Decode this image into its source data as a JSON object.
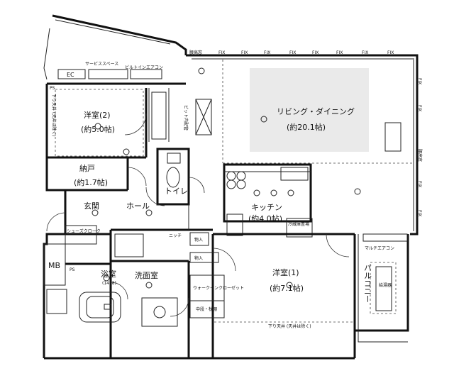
{
  "rooms": {
    "western2": "洋室(2)",
    "western2_size": "(約5.0帖)",
    "storage": "納戸",
    "storage_size": "(約1.7帖)",
    "toilet": "トイレ",
    "hall": "ホール",
    "entrance": "玄関",
    "living": "リビング・ダイニング",
    "living_size": "(約20.1帖)",
    "kitchen": "キッチン",
    "kitchen_size": "(約4.0帖)",
    "western1": "洋室(1)",
    "western1_size": "(約7.1帖)",
    "bath": "浴室",
    "bath_size": "(1418)",
    "washroom": "洗面室",
    "balcony": "バルコニー",
    "mb": "MB"
  },
  "labels": {
    "service_space": "サービススペース",
    "builtin_ac": "ビルトインエアコン",
    "ec": "EC",
    "ps": "PS",
    "shoes_closet": "シューズクローク",
    "niche": "ニッチ",
    "storage_box": "物入",
    "walkin_closet": "ウォークインクローゼット",
    "middle_shelf": "中段・枕棚",
    "fridge": "冷蔵庫置場",
    "multi_ac": "マルチエアコン",
    "hot_water": "給湯器",
    "fix": "FIX",
    "sash": "腰高窓",
    "ceiling_note": "下り天井 (天井は除く)",
    "ceiling_note_left": "下り天井 (天井は除く)",
    "pipe_note": "ピット内配管"
  }
}
